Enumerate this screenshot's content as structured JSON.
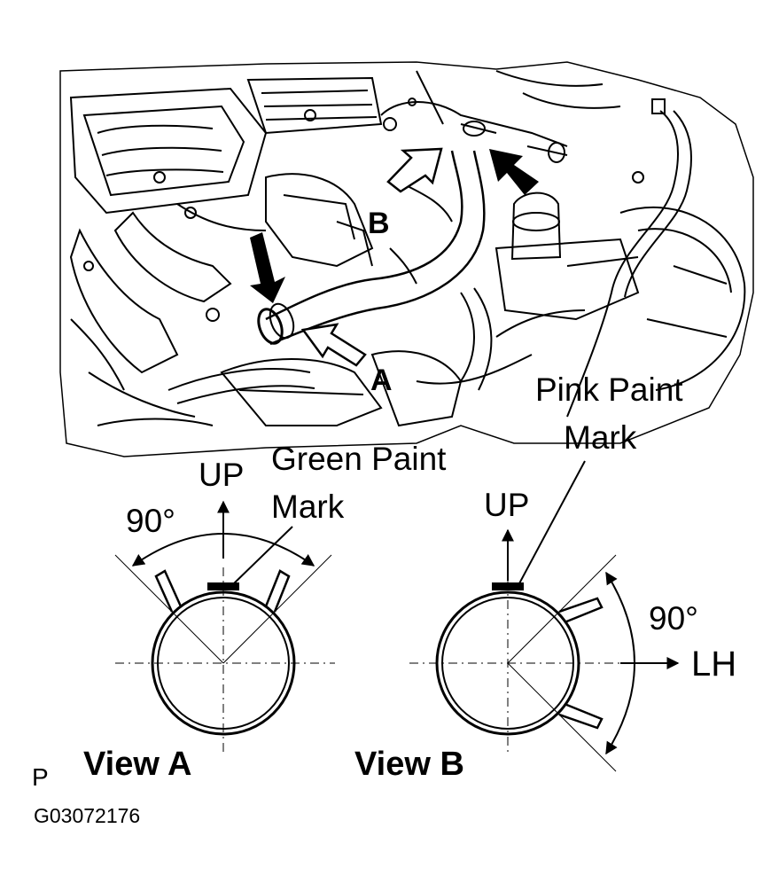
{
  "engine_view": {
    "callout_a": "A",
    "callout_b": "B"
  },
  "view_a": {
    "title": "View A",
    "up_label": "UP",
    "angle_label": "90°",
    "mark_label_line1": "Green Paint",
    "mark_label_line2": "Mark"
  },
  "view_b": {
    "title": "View B",
    "up_label": "UP",
    "angle_label": "90°",
    "direction_label": "LH",
    "mark_label_line1": "Pink Paint",
    "mark_label_line2": "Mark"
  },
  "footer": {
    "corner_letter": "P",
    "figure_code": "G03072176"
  },
  "icons": [
    "arrow-icon",
    "clamp-icon",
    "paint-mark-icon"
  ]
}
